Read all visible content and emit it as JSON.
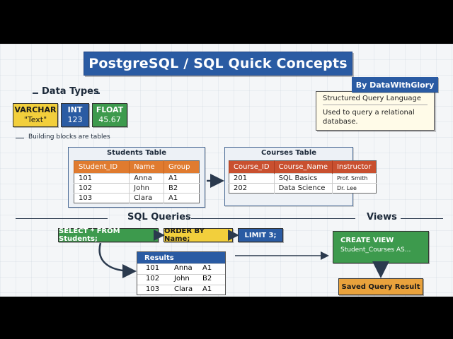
{
  "title": "PostgreSQL / SQL Quick Concepts",
  "byline": "By DataWithGlory",
  "note": {
    "line1": "Structured Query Language",
    "line2": "Used to query a relational",
    "line3": "database."
  },
  "data_types": {
    "heading": "Data Types",
    "caption": "Building blocks are tables",
    "items": [
      {
        "name": "VARCHAR",
        "sample": "\"Text\"",
        "color": "#f2cf3c",
        "text_color": "#1a1a1a"
      },
      {
        "name": "INT",
        "sample": "123",
        "color": "#2a5ba3",
        "text_color": "#ffffff"
      },
      {
        "name": "FLOAT",
        "sample": "45.67",
        "color": "#3d9a4d",
        "text_color": "#ffffff"
      }
    ]
  },
  "students_table": {
    "title": "Students Table",
    "headers": [
      "Student_ID",
      "Name",
      "Group"
    ],
    "rows": [
      [
        "101",
        "Anna",
        "A1"
      ],
      [
        "102",
        "John",
        "B2"
      ],
      [
        "103",
        "Clara",
        "A1"
      ]
    ]
  },
  "courses_table": {
    "title": "Courses Table",
    "headers": [
      "Course_ID",
      "Course_Name",
      "Instructor"
    ],
    "rows": [
      [
        "201",
        "SQL Basics",
        "Prof. Smith"
      ],
      [
        "202",
        "Data Science",
        "Dr. Lee"
      ]
    ]
  },
  "queries": {
    "heading": "SQL Queries",
    "select": "SELECT * FROM Students;",
    "order": "ORDER BY Name;",
    "limit": "LIMIT 3;",
    "results_title": "Results",
    "results": [
      [
        "101",
        "Anna",
        "A1"
      ],
      [
        "102",
        "John",
        "B2"
      ],
      [
        "103",
        "Clara",
        "A1"
      ]
    ]
  },
  "views": {
    "heading": "Views",
    "create_line1": "CREATE VIEW",
    "create_line2": "Student_Courses AS...",
    "saved": "Saved Query Result"
  }
}
